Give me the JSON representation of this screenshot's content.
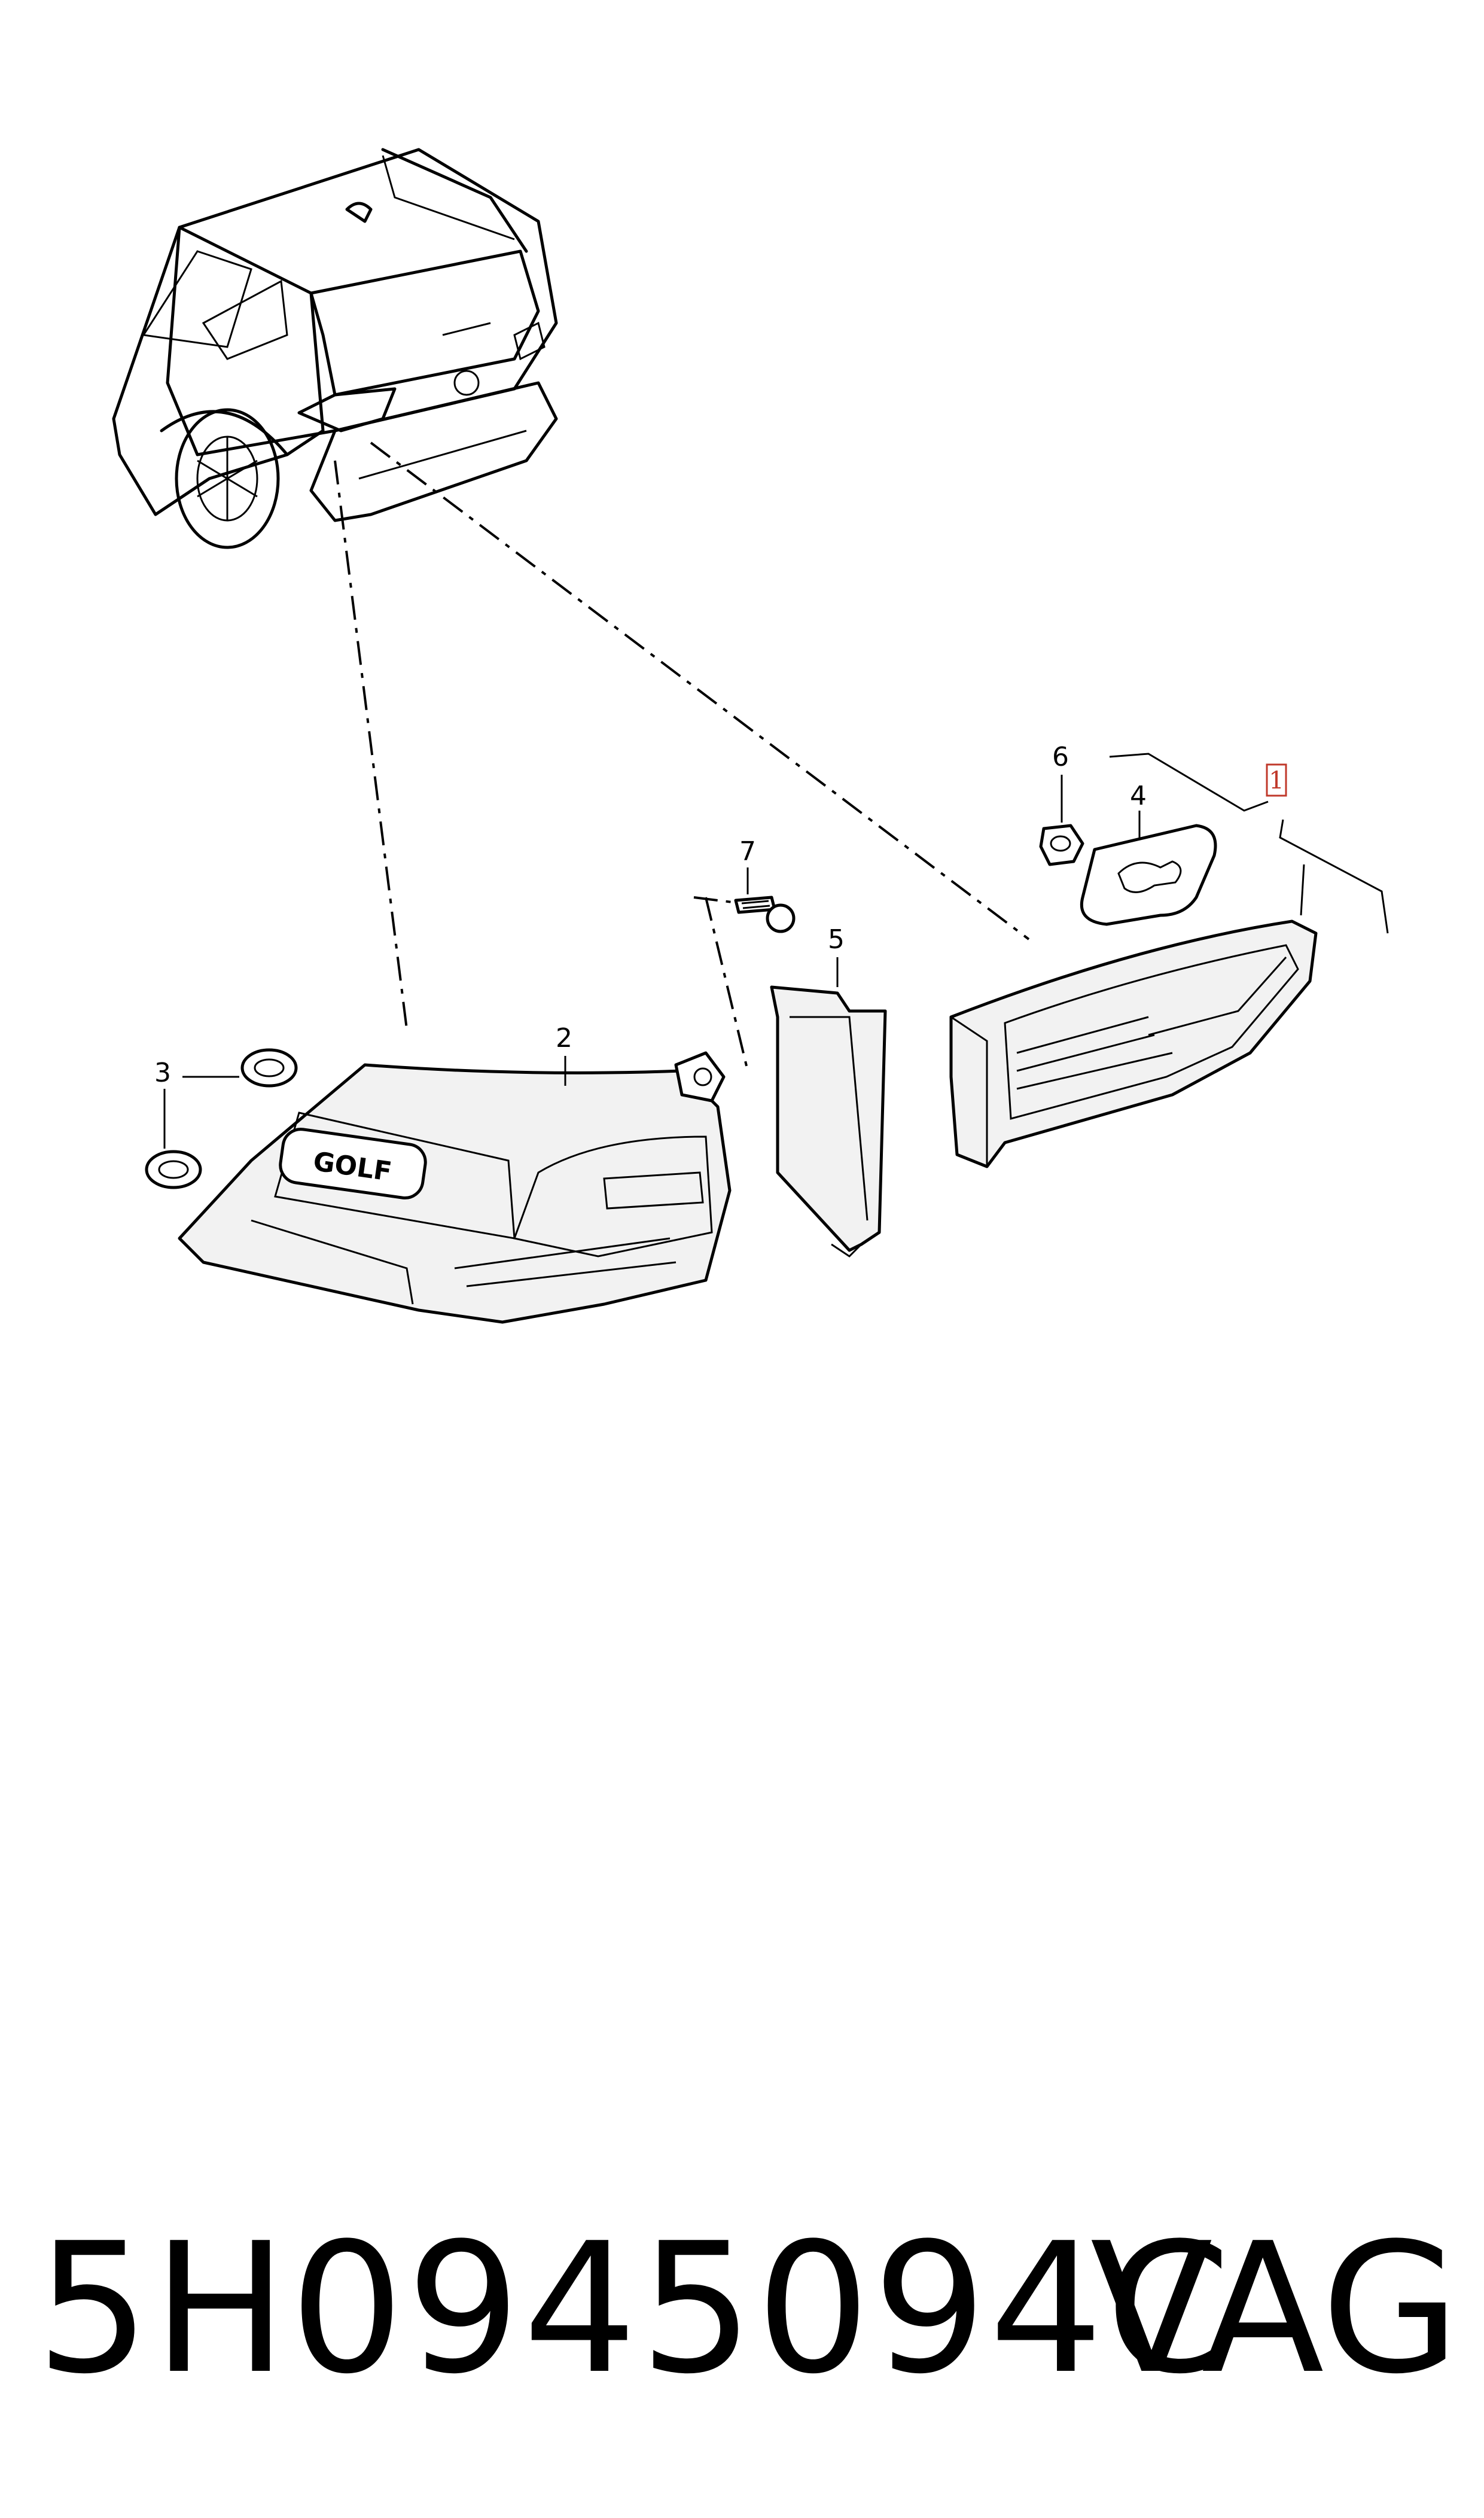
{
  "diagram": {
    "callouts": {
      "c1": "1",
      "c2": "2",
      "c3": "3",
      "c4": "4",
      "c5": "5",
      "c6": "6",
      "c7": "7"
    },
    "badge_text": "GOLF"
  },
  "footer": {
    "part_number": "5H0945094C",
    "brand": "VAG"
  },
  "colors": {
    "line": "#000000",
    "highlight_box": "#c0392b",
    "background": "#ffffff"
  }
}
